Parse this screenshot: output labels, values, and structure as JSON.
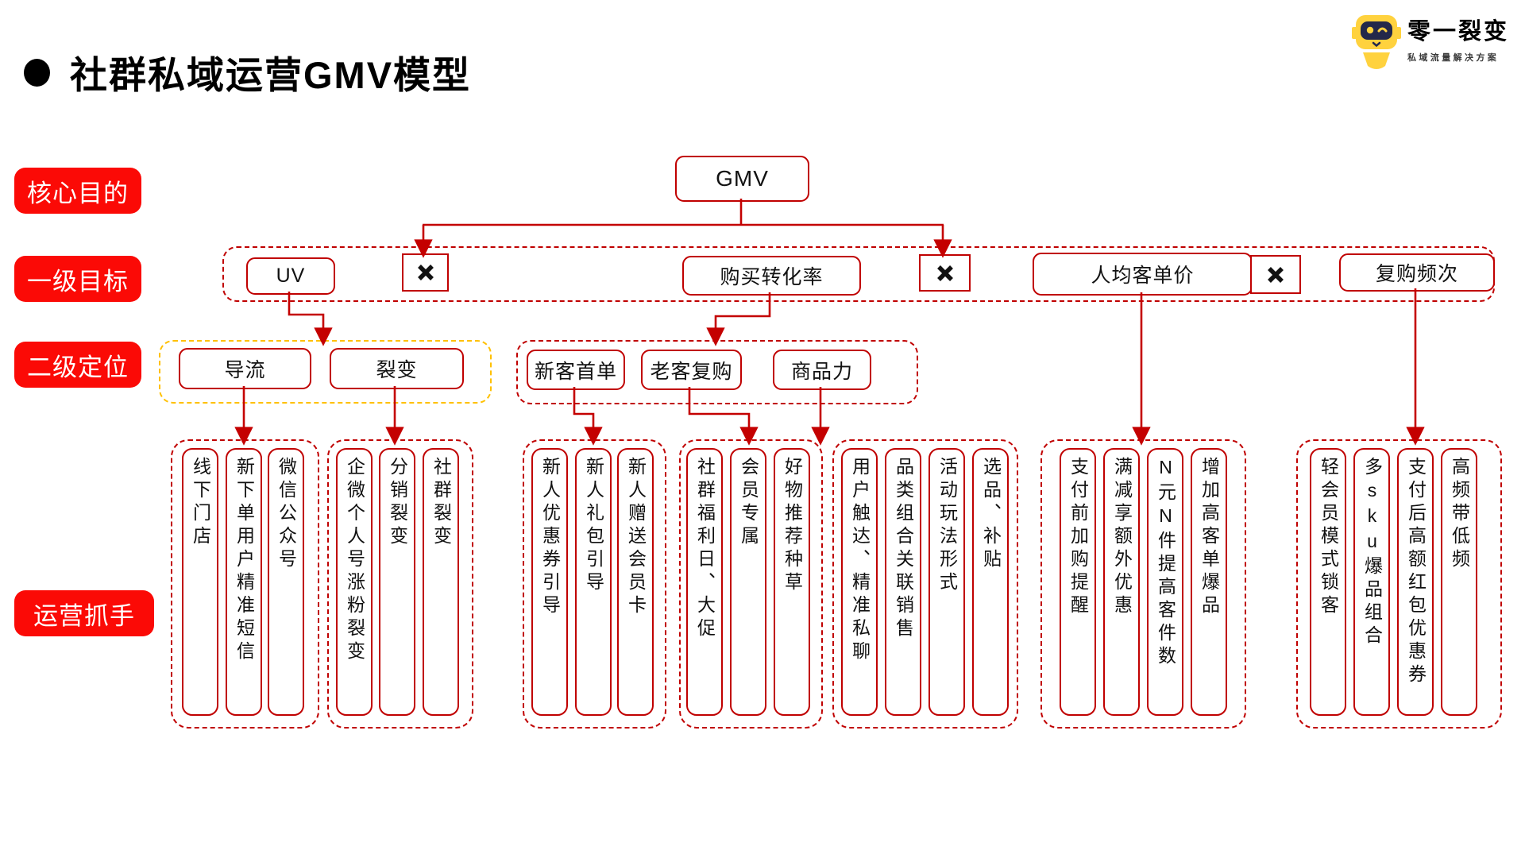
{
  "slide": {
    "bullet": "●",
    "title": "社群私域运营GMV模型"
  },
  "brand": {
    "name": "零一裂变",
    "tagline": "私域流量解决方案"
  },
  "row_labels": [
    {
      "label": "核心目的"
    },
    {
      "label": "一级目标"
    },
    {
      "label": "二级定位"
    },
    {
      "label": "运营抓手"
    }
  ],
  "model": {
    "root": "GMV",
    "operator": "×",
    "level1": [
      "UV",
      "购买转化率",
      "人均客单价",
      "复购频次"
    ],
    "level2": {
      "uv_children": [
        "导流",
        "裂变"
      ],
      "conversion_children": [
        "新客首单",
        "老客复购",
        "商品力"
      ]
    },
    "groups": [
      {
        "parent": "导流",
        "boxes": [
          "线下门店",
          "新下单用户精准短信",
          "微信公众号"
        ]
      },
      {
        "parent": "裂变",
        "boxes": [
          "企微个人号涨粉裂变",
          "分销裂变",
          "社群裂变"
        ]
      },
      {
        "parent": "新客首单",
        "boxes": [
          "新人优惠券引导",
          "新人礼包引导",
          "新人赠送会员卡"
        ]
      },
      {
        "parent": "老客复购",
        "boxes": [
          "社群福利日、大促",
          "会员专属",
          "好物推荐种草"
        ]
      },
      {
        "parent": "商品力",
        "boxes": [
          "用户触达、精准私聊",
          "品类组合关联销售",
          "活动玩法形式",
          "选品、补贴"
        ]
      },
      {
        "parent": "人均客单价",
        "boxes": [
          "支付前加购提醒",
          "满减享额外优惠",
          "N元N件提高客件数",
          "增加高客单爆品"
        ]
      },
      {
        "parent": "复购频次",
        "boxes": [
          "轻会员模式锁客",
          "多sku爆品组合",
          "支付后高额红包优惠券",
          "高频带低频"
        ]
      }
    ]
  },
  "colors": {
    "label_fill_red": "#fb0a06",
    "border_dark_red": "#c00000",
    "connector_red": "#c40000",
    "dashed_yellow": "#ffc000",
    "logo_yellow": "#ffd23e",
    "text_black": "#111111"
  }
}
